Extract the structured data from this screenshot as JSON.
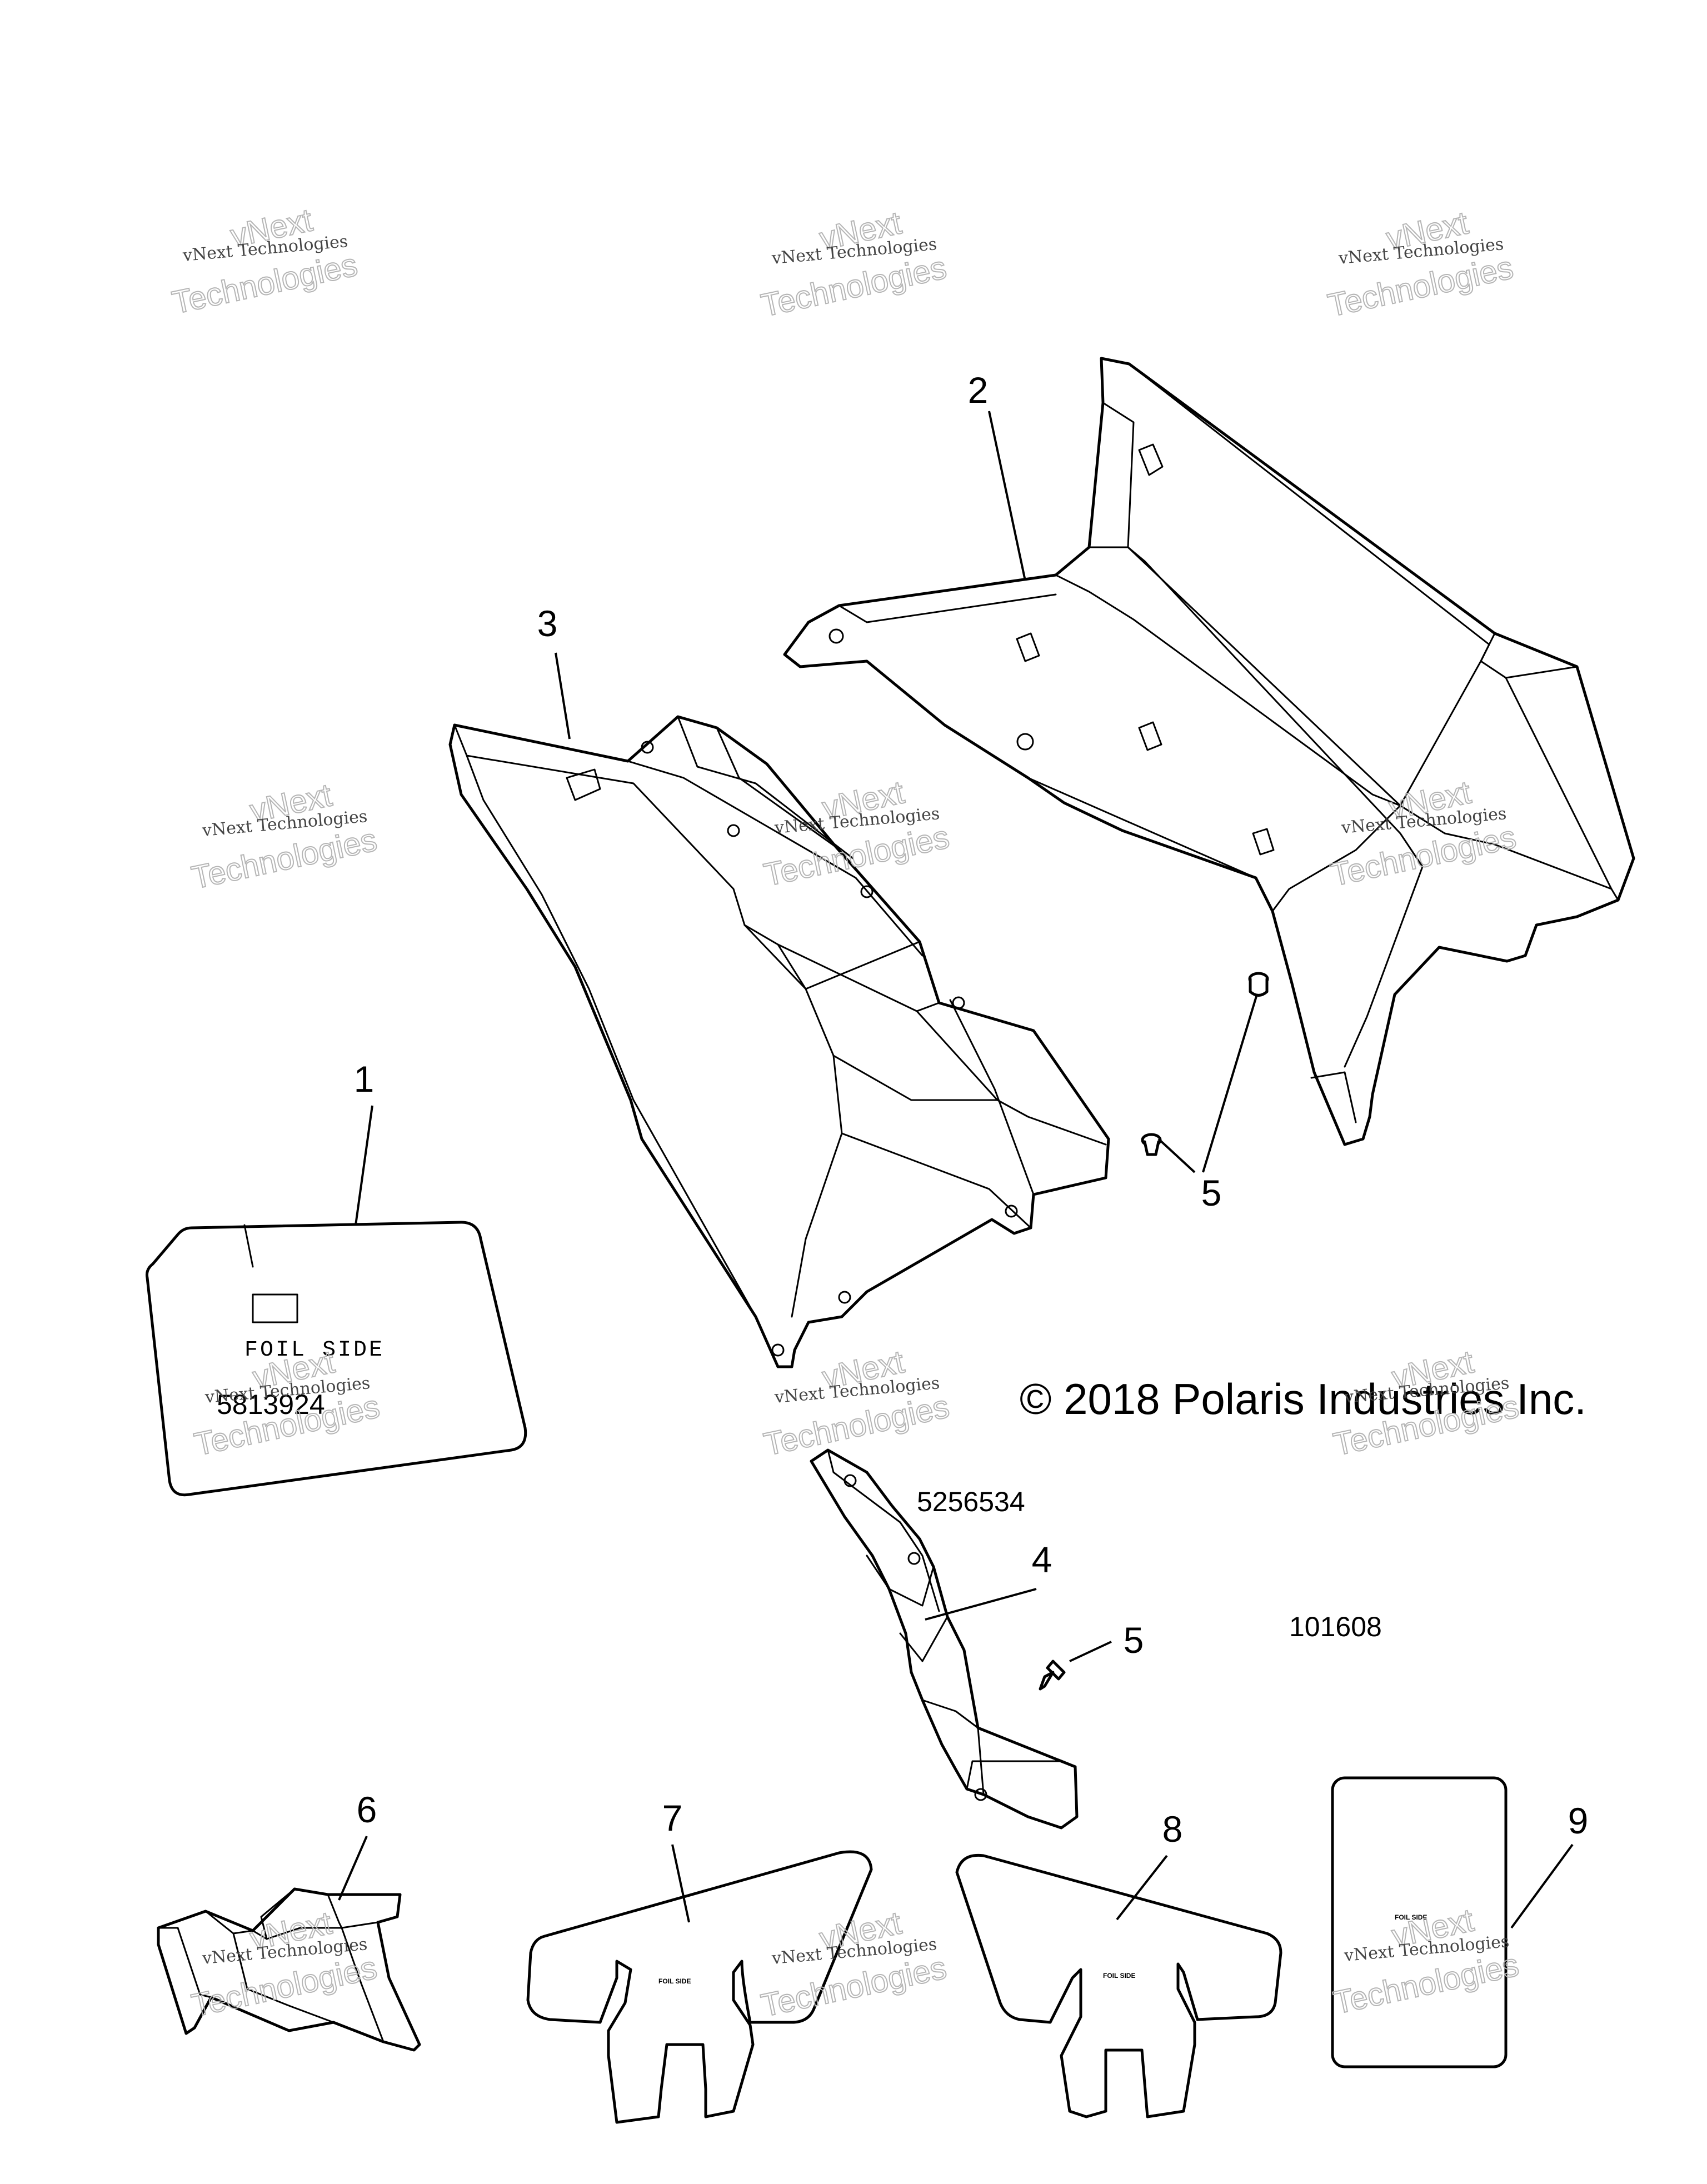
{
  "copyright": "© 2018 Polaris Industries Inc.",
  "diagram_number": "101608",
  "part_numbers": {
    "decal": "5813924",
    "guard": "5256534"
  },
  "decal_text": {
    "foil_side_large": "FOIL SIDE",
    "foil_side_small": "FOIL SIDE"
  },
  "callouts": [
    "1",
    "2",
    "3",
    "4",
    "5",
    "5",
    "6",
    "7",
    "8",
    "9"
  ],
  "watermark": {
    "line_one": "vNext",
    "line_two": "Technologies",
    "full": "vNext Technologies"
  }
}
